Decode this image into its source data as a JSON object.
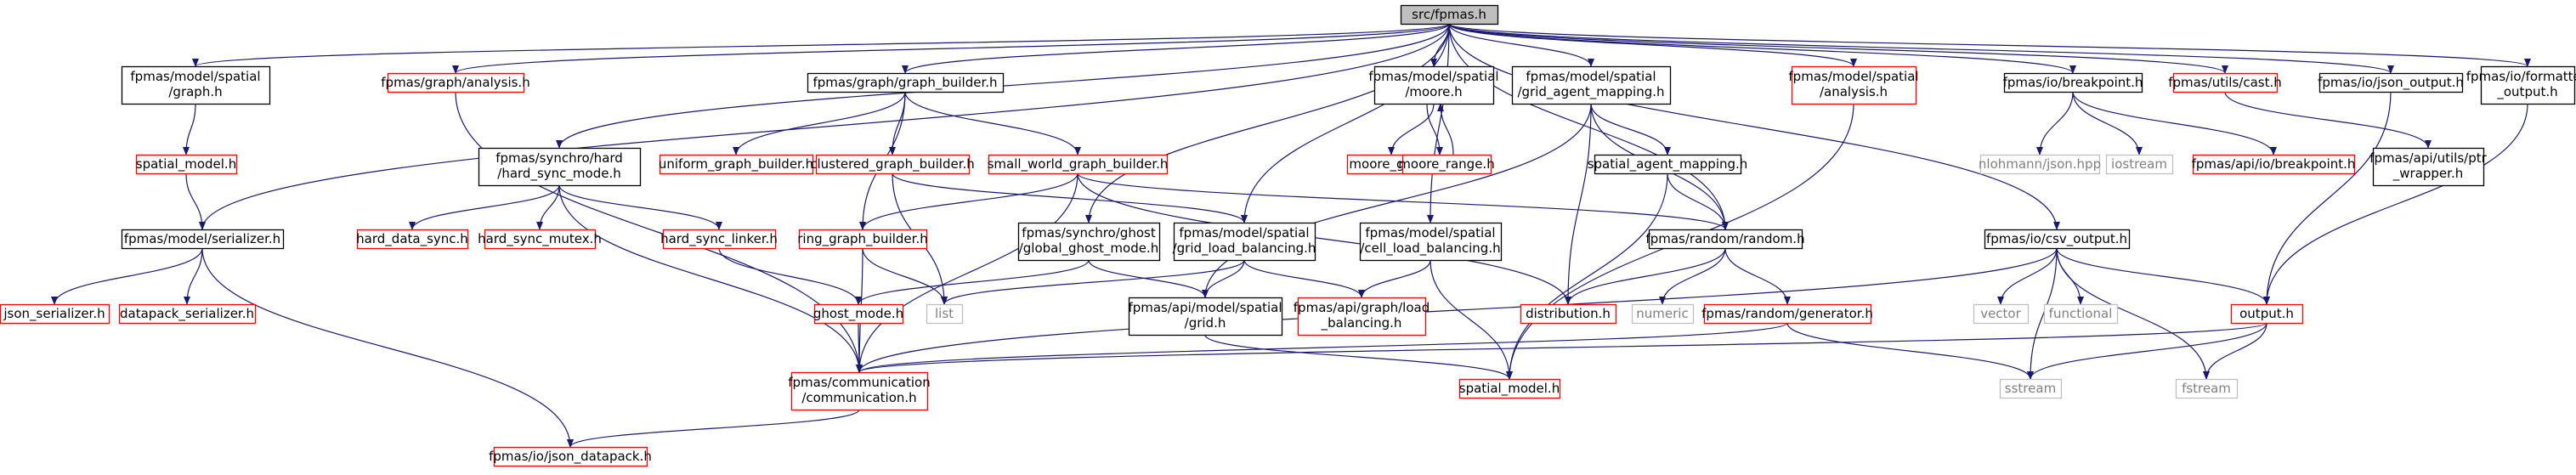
{
  "graph": {
    "nodes": [
      {
        "id": "root",
        "lines": [
          "src/fpmas.h"
        ],
        "style": "root"
      },
      {
        "id": "graph",
        "lines": [
          "fpmas/model/spatial",
          "/graph.h"
        ],
        "style": "black"
      },
      {
        "id": "analysis_graph",
        "lines": [
          "fpmas/graph/analysis.h"
        ],
        "style": "red"
      },
      {
        "id": "graph_builder",
        "lines": [
          "fpmas/graph/graph_builder.h"
        ],
        "style": "black"
      },
      {
        "id": "moore",
        "lines": [
          "fpmas/model/spatial",
          "/moore.h"
        ],
        "style": "black"
      },
      {
        "id": "grid_agent_mapping",
        "lines": [
          "fpmas/model/spatial",
          "/grid_agent_mapping.h"
        ],
        "style": "black"
      },
      {
        "id": "spatial_analysis",
        "lines": [
          "fpmas/model/spatial",
          "/analysis.h"
        ],
        "style": "red"
      },
      {
        "id": "breakpoint",
        "lines": [
          "fpmas/io/breakpoint.h"
        ],
        "style": "black"
      },
      {
        "id": "cast",
        "lines": [
          "fpmas/utils/cast.h"
        ],
        "style": "red"
      },
      {
        "id": "json_output",
        "lines": [
          "fpmas/io/json_output.h"
        ],
        "style": "black"
      },
      {
        "id": "formatted_output",
        "lines": [
          "fpmas/io/formatted",
          "_output.h"
        ],
        "style": "black"
      },
      {
        "id": "spatial_model_top",
        "lines": [
          "spatial_model.h"
        ],
        "style": "red"
      },
      {
        "id": "hard_sync_mode",
        "lines": [
          "fpmas/synchro/hard",
          "/hard_sync_mode.h"
        ],
        "style": "black"
      },
      {
        "id": "uniform_graph_builder",
        "lines": [
          "uniform_graph_builder.h"
        ],
        "style": "red"
      },
      {
        "id": "clustered_graph_builder",
        "lines": [
          "clustered_graph_builder.h"
        ],
        "style": "red"
      },
      {
        "id": "small_world_graph_builder",
        "lines": [
          "small_world_graph_builder.h"
        ],
        "style": "red"
      },
      {
        "id": "moore_grid",
        "lines": [
          "moore_grid.h"
        ],
        "style": "red"
      },
      {
        "id": "moore_range",
        "lines": [
          "moore_range.h"
        ],
        "style": "red"
      },
      {
        "id": "spatial_agent_mapping",
        "lines": [
          "spatial_agent_mapping.h"
        ],
        "style": "black"
      },
      {
        "id": "nlohmann_json",
        "lines": [
          "nlohmann/json.hpp"
        ],
        "style": "gray"
      },
      {
        "id": "iostream",
        "lines": [
          "iostream"
        ],
        "style": "gray"
      },
      {
        "id": "api_breakpoint",
        "lines": [
          "fpmas/api/io/breakpoint.h"
        ],
        "style": "red"
      },
      {
        "id": "ptr_wrapper",
        "lines": [
          "fpmas/api/utils/ptr",
          "_wrapper.h"
        ],
        "style": "black"
      },
      {
        "id": "serializer",
        "lines": [
          "fpmas/model/serializer.h"
        ],
        "style": "black"
      },
      {
        "id": "global_ghost_mode",
        "lines": [
          "fpmas/synchro/ghost",
          "/global_ghost_mode.h"
        ],
        "style": "black"
      },
      {
        "id": "grid_load_balancing",
        "lines": [
          "fpmas/model/spatial",
          "/grid_load_balancing.h"
        ],
        "style": "black"
      },
      {
        "id": "cell_load_balancing",
        "lines": [
          "fpmas/model/spatial",
          "/cell_load_balancing.h"
        ],
        "style": "black"
      },
      {
        "id": "random",
        "lines": [
          "fpmas/random/random.h"
        ],
        "style": "black"
      },
      {
        "id": "csv_output",
        "lines": [
          "fpmas/io/csv_output.h"
        ],
        "style": "black"
      },
      {
        "id": "hard_data_sync",
        "lines": [
          "hard_data_sync.h"
        ],
        "style": "red"
      },
      {
        "id": "hard_sync_mutex",
        "lines": [
          "hard_sync_mutex.h"
        ],
        "style": "red"
      },
      {
        "id": "hard_sync_linker",
        "lines": [
          "hard_sync_linker.h"
        ],
        "style": "red"
      },
      {
        "id": "ring_graph_builder",
        "lines": [
          "ring_graph_builder.h"
        ],
        "style": "red"
      },
      {
        "id": "json_serializer",
        "lines": [
          "json_serializer.h"
        ],
        "style": "red"
      },
      {
        "id": "datapack_serializer",
        "lines": [
          "datapack_serializer.h"
        ],
        "style": "red"
      },
      {
        "id": "ghost_mode",
        "lines": [
          "ghost_mode.h"
        ],
        "style": "red"
      },
      {
        "id": "list",
        "lines": [
          "list"
        ],
        "style": "gray"
      },
      {
        "id": "api_grid",
        "lines": [
          "fpmas/api/model/spatial",
          "/grid.h"
        ],
        "style": "black"
      },
      {
        "id": "api_load_balancing",
        "lines": [
          "fpmas/api/graph/load",
          "_balancing.h"
        ],
        "style": "red"
      },
      {
        "id": "distribution",
        "lines": [
          "distribution.h"
        ],
        "style": "red"
      },
      {
        "id": "numeric",
        "lines": [
          "numeric"
        ],
        "style": "gray"
      },
      {
        "id": "generator",
        "lines": [
          "fpmas/random/generator.h"
        ],
        "style": "red"
      },
      {
        "id": "vector",
        "lines": [
          "vector"
        ],
        "style": "gray"
      },
      {
        "id": "functional",
        "lines": [
          "functional"
        ],
        "style": "gray"
      },
      {
        "id": "output",
        "lines": [
          "output.h"
        ],
        "style": "red"
      },
      {
        "id": "communication",
        "lines": [
          "fpmas/communication",
          "/communication.h"
        ],
        "style": "red"
      },
      {
        "id": "spatial_model_bottom",
        "lines": [
          "spatial_model.h"
        ],
        "style": "red"
      },
      {
        "id": "sstream",
        "lines": [
          "sstream"
        ],
        "style": "gray"
      },
      {
        "id": "fstream",
        "lines": [
          "fstream"
        ],
        "style": "gray"
      },
      {
        "id": "json_datapack",
        "lines": [
          "fpmas/io/json_datapack.h"
        ],
        "style": "red"
      }
    ],
    "edges": [
      [
        "root",
        "graph"
      ],
      [
        "root",
        "analysis_graph"
      ],
      [
        "root",
        "graph_builder"
      ],
      [
        "root",
        "moore"
      ],
      [
        "root",
        "grid_agent_mapping"
      ],
      [
        "root",
        "spatial_analysis"
      ],
      [
        "root",
        "breakpoint"
      ],
      [
        "root",
        "cast"
      ],
      [
        "root",
        "json_output"
      ],
      [
        "root",
        "formatted_output"
      ],
      [
        "root",
        "serializer"
      ],
      [
        "root",
        "hard_sync_mode"
      ],
      [
        "root",
        "global_ghost_mode"
      ],
      [
        "root",
        "grid_load_balancing"
      ],
      [
        "root",
        "cell_load_balancing"
      ],
      [
        "root",
        "random"
      ],
      [
        "root",
        "csv_output"
      ],
      [
        "graph",
        "spatial_model_top"
      ],
      [
        "spatial_model_top",
        "serializer"
      ],
      [
        "analysis_graph",
        "communication"
      ],
      [
        "graph_builder",
        "uniform_graph_builder"
      ],
      [
        "graph_builder",
        "clustered_graph_builder"
      ],
      [
        "graph_builder",
        "small_world_graph_builder"
      ],
      [
        "graph_builder",
        "ring_graph_builder"
      ],
      [
        "moore",
        "moore_grid"
      ],
      [
        "moore",
        "moore_range"
      ],
      [
        "moore_range",
        "moore"
      ],
      [
        "grid_agent_mapping",
        "spatial_agent_mapping"
      ],
      [
        "grid_agent_mapping",
        "random"
      ],
      [
        "grid_agent_mapping",
        "distribution"
      ],
      [
        "grid_agent_mapping",
        "api_grid"
      ],
      [
        "spatial_analysis",
        "spatial_model_bottom"
      ],
      [
        "breakpoint",
        "nlohmann_json"
      ],
      [
        "breakpoint",
        "iostream"
      ],
      [
        "breakpoint",
        "api_breakpoint"
      ],
      [
        "cast",
        "ptr_wrapper"
      ],
      [
        "json_output",
        "output"
      ],
      [
        "formatted_output",
        "output"
      ],
      [
        "hard_sync_mode",
        "hard_data_sync"
      ],
      [
        "hard_sync_mode",
        "hard_sync_mutex"
      ],
      [
        "hard_sync_mode",
        "hard_sync_linker"
      ],
      [
        "hard_sync_mode",
        "communication"
      ],
      [
        "clustered_graph_builder",
        "list"
      ],
      [
        "clustered_graph_builder",
        "grid_load_balancing"
      ],
      [
        "small_world_graph_builder",
        "ring_graph_builder"
      ],
      [
        "small_world_graph_builder",
        "random"
      ],
      [
        "small_world_graph_builder",
        "communication"
      ],
      [
        "small_world_graph_builder",
        "distribution"
      ],
      [
        "spatial_agent_mapping",
        "random"
      ],
      [
        "spatial_agent_mapping",
        "spatial_model_bottom"
      ],
      [
        "serializer",
        "json_serializer"
      ],
      [
        "serializer",
        "datapack_serializer"
      ],
      [
        "serializer",
        "json_datapack"
      ],
      [
        "global_ghost_mode",
        "ghost_mode"
      ],
      [
        "global_ghost_mode",
        "api_grid"
      ],
      [
        "grid_load_balancing",
        "api_grid"
      ],
      [
        "grid_load_balancing",
        "api_load_balancing"
      ],
      [
        "grid_load_balancing",
        "list"
      ],
      [
        "cell_load_balancing",
        "api_load_balancing"
      ],
      [
        "cell_load_balancing",
        "spatial_model_bottom"
      ],
      [
        "random",
        "distribution"
      ],
      [
        "random",
        "numeric"
      ],
      [
        "random",
        "generator"
      ],
      [
        "csv_output",
        "vector"
      ],
      [
        "csv_output",
        "functional"
      ],
      [
        "csv_output",
        "output"
      ],
      [
        "csv_output",
        "sstream"
      ],
      [
        "csv_output",
        "fstream"
      ],
      [
        "csv_output",
        "communication"
      ],
      [
        "hard_sync_linker",
        "ghost_mode"
      ],
      [
        "ring_graph_builder",
        "list"
      ],
      [
        "ring_graph_builder",
        "communication"
      ],
      [
        "ghost_mode",
        "communication"
      ],
      [
        "api_grid",
        "spatial_model_bottom"
      ],
      [
        "generator",
        "sstream"
      ],
      [
        "generator",
        "communication"
      ],
      [
        "output",
        "communication"
      ],
      [
        "output",
        "sstream"
      ],
      [
        "output",
        "fstream"
      ],
      [
        "communication",
        "json_datapack"
      ]
    ]
  }
}
